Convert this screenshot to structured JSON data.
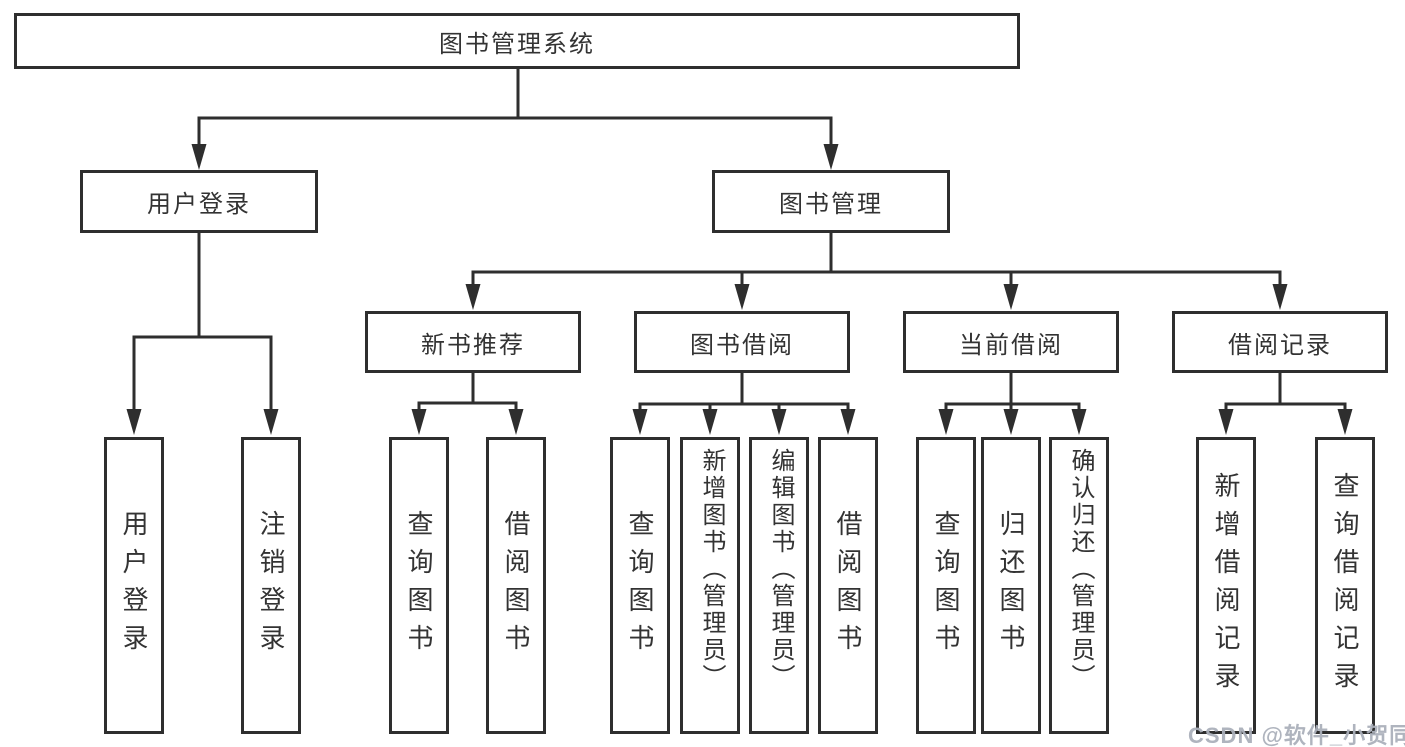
{
  "diagram": {
    "root": {
      "label": "图书管理系统"
    },
    "branches": {
      "user_login": {
        "label": "用户登录",
        "children": {
          "0": "用户登录",
          "1": "注销登录"
        }
      },
      "book_mgmt": {
        "label": "图书管理",
        "children": {
          "new_book": {
            "label": "新书推荐",
            "children": {
              "0": "查询图书",
              "1": "借阅图书"
            }
          },
          "book_borrow": {
            "label": "图书借阅",
            "children": {
              "0": "查询图书",
              "1": "新增图书（管理员）",
              "2": "编辑图书（管理员）",
              "3": "借阅图书"
            }
          },
          "current_borrow": {
            "label": "当前借阅",
            "children": {
              "0": "查询图书",
              "1": "归还图书",
              "2": "确认归还（管理员）"
            }
          },
          "borrow_records": {
            "label": "借阅记录",
            "children": {
              "0": "新增借阅记录",
              "1": "查询借阅记录"
            }
          }
        }
      }
    },
    "colors": {
      "line": "#2e2e2e",
      "text": "#333333",
      "watermark": "#abb0ba",
      "background": "#ffffff"
    },
    "watermark": "CSDN @软件_小贺同学"
  }
}
